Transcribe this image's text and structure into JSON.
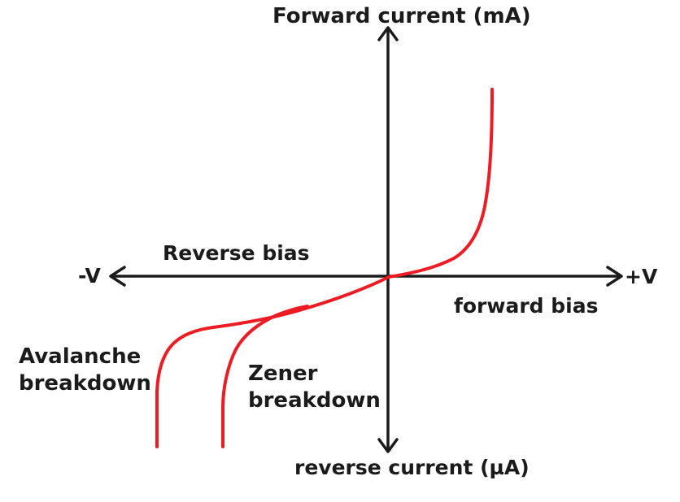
{
  "diagram": {
    "type": "diode-iv-characteristic",
    "title_top": "Forward current (mA)",
    "bottom_label": "reverse current (µA)",
    "axis": {
      "left_end_label": "-V",
      "right_end_label": "+V"
    },
    "regions": {
      "reverse_bias": "Reverse bias",
      "forward_bias": "forward bias"
    },
    "annotations": {
      "avalanche_line1": "Avalanche",
      "avalanche_line2": "breakdown",
      "zener_line1": "Zener",
      "zener_line2": "breakdown"
    },
    "curves": [
      {
        "name": "main-characteristic",
        "meaning": "forward conduction, reverse saturation and avalanche breakdown branch"
      },
      {
        "name": "zener-branch",
        "meaning": "zener breakdown branch at lower reverse voltage"
      }
    ],
    "colors": {
      "curve": "#ed1c24",
      "axis": "#1b1b1b",
      "text": "#1b1b1b",
      "background": "#ffffff"
    }
  }
}
